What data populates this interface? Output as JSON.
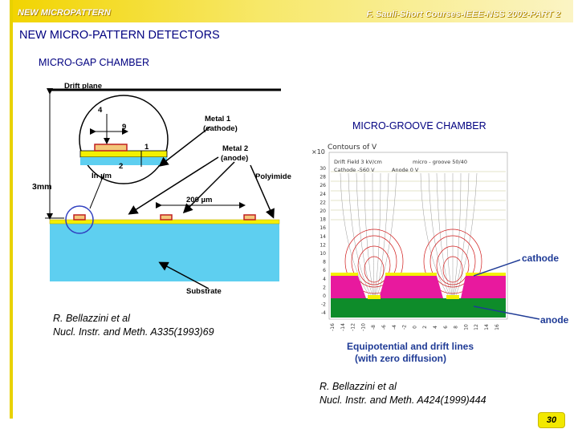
{
  "header": {
    "left": "NEW MICROPATTERN",
    "right": "F. Sauli-Short Courses-IEEE-NSS 2002-PART 2"
  },
  "title": "NEW MICRO-PATTERN DETECTORS",
  "mgc": {
    "title": "MICRO-GAP CHAMBER",
    "labels": {
      "drift_plane": "Drift plane",
      "metal1": "Metal 1",
      "metal1_sub": "(cathode)",
      "metal2": "Metal 2",
      "metal2_sub": "(anode)",
      "polyimide": "Polyimide",
      "pitch": "200 µm",
      "height": "3mm",
      "substrate": "Substrate",
      "units": "In µm",
      "d4": "4",
      "d9": "9",
      "d1": "1",
      "d2": "2"
    },
    "reference": [
      "R. Bellazzini et al",
      "Nucl. Instr. and Meth. A335(1993)69"
    ]
  },
  "mgr": {
    "title": "MICRO-GROOVE CHAMBER",
    "plot_title": "Contours of V",
    "exponent": "×10",
    "params": [
      "Drift Field 3 kV/cm",
      "micro - groove 50/40",
      "Cathode -560 V",
      "Anode 0 V"
    ],
    "y_ticks": [
      "30",
      "28",
      "26",
      "24",
      "22",
      "20",
      "18",
      "16",
      "14",
      "12",
      "10",
      "8",
      "6",
      "4",
      "2",
      "0",
      "-2",
      "-4"
    ],
    "x_ticks": [
      "-16",
      "-14",
      "-12",
      "-10",
      "-8",
      "-6",
      "-4",
      "-2",
      "0",
      "2",
      "4",
      "6",
      "8",
      "10",
      "12",
      "14",
      "16"
    ],
    "cathode_label": "cathode",
    "anode_label": "anode",
    "caption": [
      "Equipotential and drift lines",
      "(with zero diffusion)"
    ],
    "reference": [
      "R. Bellazzini et al",
      "Nucl. Instr. and Meth. A424(1999)444"
    ]
  },
  "page_number": "30",
  "colors": {
    "header": "#f2d400",
    "title": "#000080",
    "substrate": "#5ecff0",
    "magenta": "#e8199e",
    "green": "#0e8c2a"
  }
}
